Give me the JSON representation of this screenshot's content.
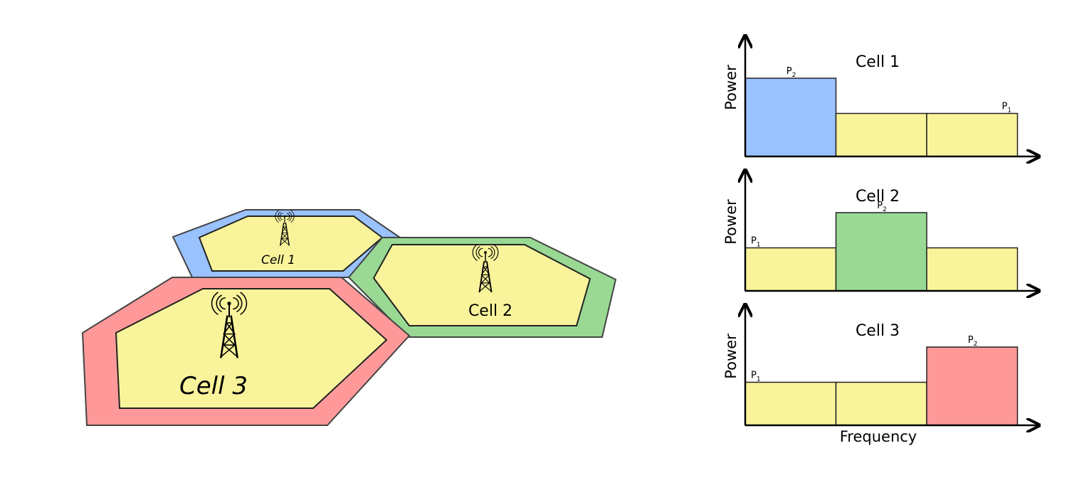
{
  "colors": {
    "cell1_edge": "#99c2ff",
    "cell2_edge": "#99d994",
    "cell3_edge": "#ff9999",
    "center": "#f9f49b"
  },
  "icons": [
    "radio-tower-icon",
    "radio-tower-icon",
    "radio-tower-icon"
  ],
  "cells": [
    {
      "label": "Cell 1",
      "color": "#99c2ff"
    },
    {
      "label": "Cell 2",
      "color": "#99d994"
    },
    {
      "label": "Cell 3",
      "color": "#ff9999"
    }
  ],
  "axis": {
    "y_label": "Power",
    "x_label": "Frequency"
  },
  "chart_data": [
    {
      "type": "bar",
      "title": "Cell 1",
      "ylabel": "Power",
      "segments": [
        {
          "band": 1,
          "level": "P2",
          "rel_power": 1.0,
          "color": "#99c2ff"
        },
        {
          "band": 2,
          "level": "P1",
          "rel_power": 0.55,
          "color": "#f9f49b"
        },
        {
          "band": 3,
          "level": "P1",
          "rel_power": 0.55,
          "color": "#f9f49b"
        }
      ],
      "labels": [
        {
          "main": "P",
          "sub": "2"
        },
        {
          "main": "P",
          "sub": "1"
        }
      ]
    },
    {
      "type": "bar",
      "title": "Cell 2",
      "ylabel": "Power",
      "segments": [
        {
          "band": 1,
          "level": "P1",
          "rel_power": 0.55,
          "color": "#f9f49b"
        },
        {
          "band": 2,
          "level": "P2",
          "rel_power": 1.0,
          "color": "#99d994"
        },
        {
          "band": 3,
          "level": "P1",
          "rel_power": 0.55,
          "color": "#f9f49b"
        }
      ],
      "labels": [
        {
          "main": "P",
          "sub": "1"
        },
        {
          "main": "P",
          "sub": "2"
        }
      ]
    },
    {
      "type": "bar",
      "title": "Cell 3",
      "ylabel": "Power",
      "xlabel": "Frequency",
      "segments": [
        {
          "band": 1,
          "level": "P1",
          "rel_power": 0.55,
          "color": "#f9f49b"
        },
        {
          "band": 2,
          "level": "P1",
          "rel_power": 0.55,
          "color": "#f9f49b"
        },
        {
          "band": 3,
          "level": "P2",
          "rel_power": 1.0,
          "color": "#ff9999"
        }
      ],
      "labels": [
        {
          "main": "P",
          "sub": "1"
        },
        {
          "main": "P",
          "sub": "2"
        }
      ]
    }
  ]
}
